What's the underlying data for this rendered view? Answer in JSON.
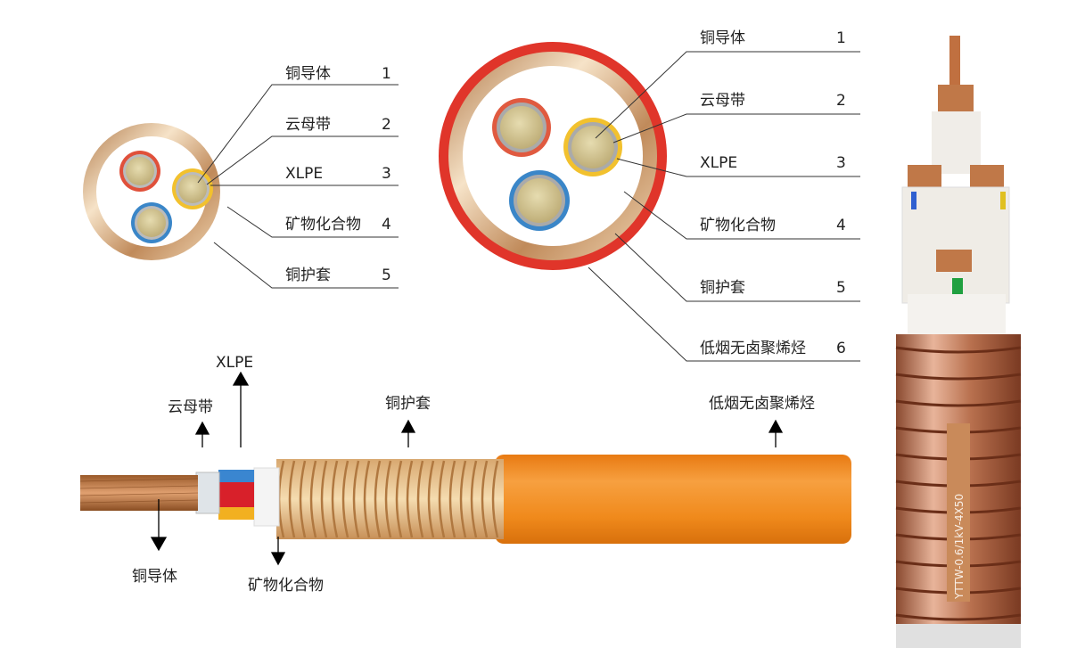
{
  "small_section": {
    "labels": [
      {
        "text": "铜导体",
        "num": "1"
      },
      {
        "text": "云母带",
        "num": "2"
      },
      {
        "text": "XLPE",
        "num": "3"
      },
      {
        "text": "矿物化合物",
        "num": "4"
      },
      {
        "text": "铜护套",
        "num": "5"
      }
    ]
  },
  "large_section": {
    "labels": [
      {
        "text": "铜导体",
        "num": "1"
      },
      {
        "text": "云母带",
        "num": "2"
      },
      {
        "text": "XLPE",
        "num": "3"
      },
      {
        "text": "矿物化合物",
        "num": "4"
      },
      {
        "text": "铜护套",
        "num": "5"
      },
      {
        "text": "低烟无卤聚烯烃",
        "num": "6"
      }
    ]
  },
  "longitudinal": {
    "xlpe": "XLPE",
    "mica_tape": "云母带",
    "copper_sheath": "铜护套",
    "lszh_jacket": "低烟无卤聚烯烃",
    "copper_conductor": "铜导体",
    "mineral_compound": "矿物化合物"
  },
  "photo": {
    "cable_marking": "YTTW-0.6/1kV-4X50"
  },
  "colors": {
    "copper": "#c98a5a",
    "jacket_orange": "#f08a1c",
    "red_ring": "#e0352a",
    "yellow": "#f2c12e",
    "blue": "#3a86c8"
  }
}
